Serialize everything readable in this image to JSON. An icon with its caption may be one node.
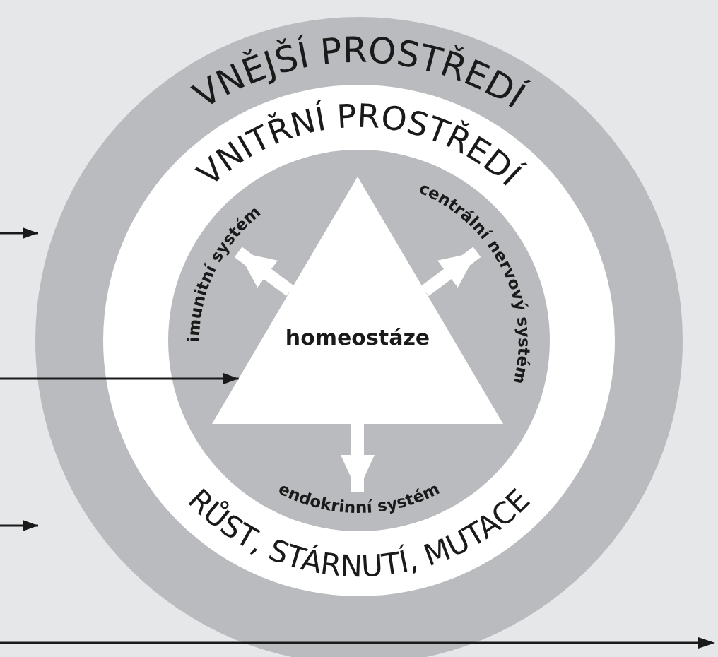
{
  "diagram": {
    "nodes": [
      {
        "text": [
          "VNĚJŠÍ PROSTŘEDÍ"
        ]
      },
      {
        "text": [
          "VNITŘNÍ PROSTŘEDÍ",
          "RŮST, STÁRNUTÍ, MUTACE"
        ],
        "in": 0
      },
      {
        "text": [
          "imunitní systém",
          "centrální nervový systém",
          "endokrinní systém"
        ],
        "in": 1
      },
      {
        "text": [
          "homeostáze"
        ],
        "in": 2
      }
    ],
    "edges": [
      {
        "from": null,
        "to": 0,
        "arrow": "to"
      },
      {
        "from": null,
        "to": 3,
        "arrow": "to"
      },
      {
        "from": null,
        "to": 0,
        "arrow": "to"
      },
      {
        "from": 3,
        "to": null,
        "arrow": "to",
        "style": "thick",
        "color": "#ffffff"
      },
      {
        "from": 3,
        "to": null,
        "arrow": "to",
        "style": "thick",
        "color": "#ffffff"
      },
      {
        "from": 3,
        "to": null,
        "arrow": "to",
        "style": "thick",
        "color": "#ffffff"
      }
    ]
  }
}
